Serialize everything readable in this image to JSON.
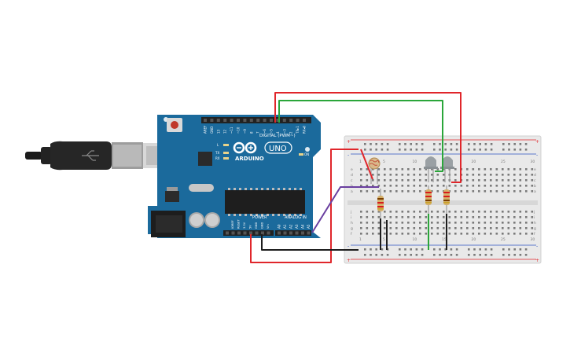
{
  "arduino": {
    "brand": "ARDUINO",
    "model": "UNO",
    "digital_header": "DIGITAL (PWM~)",
    "power_header": "POWER",
    "analog_header": "ANALOG IN",
    "digital_pins": [
      "AREF",
      "GND",
      "13",
      "12",
      "~11",
      "~10",
      "~9",
      "8",
      "7",
      "~6",
      "~5",
      "4",
      "~3",
      "2",
      "TX▸1",
      "RX◂0"
    ],
    "power_pins": [
      "IOREF",
      "RESET",
      "3.3V",
      "5V",
      "GND",
      "GND",
      "Vin"
    ],
    "analog_pins": [
      "A0",
      "A1",
      "A2",
      "A3",
      "A4",
      "A5"
    ],
    "led_labels": [
      "L",
      "TX",
      "RX"
    ],
    "on_label": "ON"
  },
  "breadboard": {
    "columns": [
      "1",
      "",
      "",
      "",
      "5",
      "",
      "",
      "",
      "",
      "10",
      "",
      "",
      "",
      "",
      "15",
      "",
      "",
      "",
      "",
      "20",
      "",
      "",
      "",
      "",
      "25",
      "",
      "",
      "",
      "",
      "30"
    ],
    "rows_top": [
      "a",
      "b",
      "c",
      "d",
      "e"
    ],
    "rows_bottom": [
      "f",
      "g",
      "h",
      "i",
      "j"
    ],
    "rail_plus": "+",
    "rail_minus": "-"
  },
  "colors": {
    "board": "#1b6a9c",
    "wire_red": "#e0262b",
    "wire_green": "#2aa63a",
    "wire_black": "#1d1d1d",
    "wire_purple": "#6a3fa0",
    "breadboard": "#e9e9e9"
  }
}
